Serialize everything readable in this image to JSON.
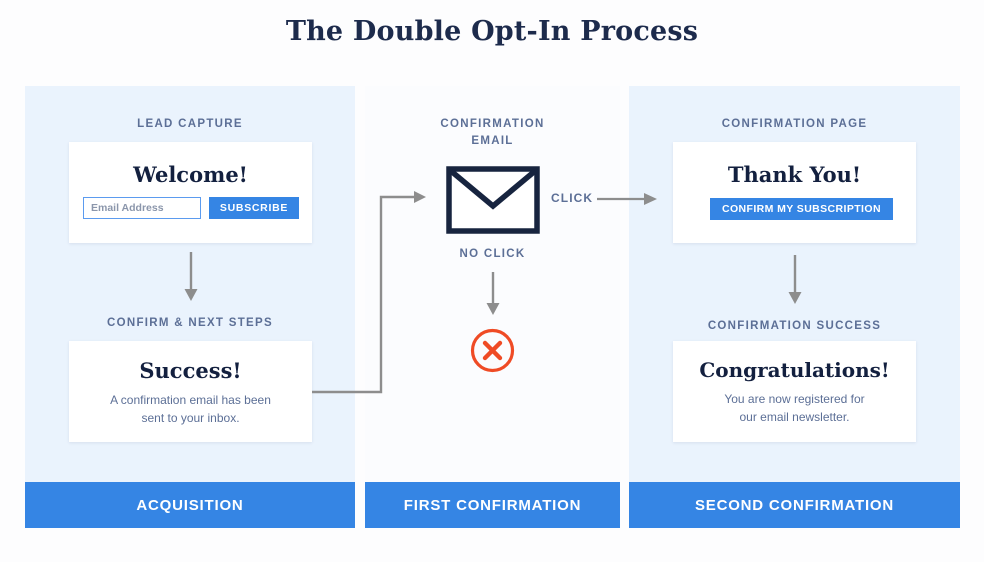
{
  "page": {
    "title": "The Double Opt-In Process"
  },
  "colors": {
    "brand_blue": "#3585e4",
    "panel_blue": "#eaf3fd",
    "navy": "#13203f",
    "label_gray": "#5c6f96",
    "error_orange": "#ef4b25",
    "arrow_gray": "#8d8d8d"
  },
  "columns": [
    {
      "banner": "ACQUISITION",
      "steps": [
        {
          "label": "LEAD CAPTURE",
          "card": {
            "heading": "Welcome!",
            "input_placeholder": "Email Address",
            "input_value": "",
            "button": "SUBSCRIBE"
          }
        },
        {
          "label": "CONFIRM & NEXT STEPS",
          "card": {
            "heading": "Success!",
            "body_line1": "A confirmation email has been",
            "body_line2": "sent to your inbox."
          }
        }
      ]
    },
    {
      "banner": "FIRST CONFIRMATION",
      "steps": [
        {
          "label_line1": "CONFIRMATION",
          "label_line2": "EMAIL",
          "icon": "envelope-icon"
        },
        {
          "label": "NO CLICK",
          "icon": "circle-x-icon"
        }
      ],
      "click_label": "CLICK"
    },
    {
      "banner": "SECOND CONFIRMATION",
      "steps": [
        {
          "label": "CONFIRMATION PAGE",
          "card": {
            "heading": "Thank You!",
            "button": "CONFIRM MY SUBSCRIPTION"
          }
        },
        {
          "label": "CONFIRMATION SUCCESS",
          "card": {
            "heading": "Congratulations!",
            "body_line1": "You are now registered for",
            "body_line2": "our email newsletter."
          }
        }
      ]
    }
  ]
}
